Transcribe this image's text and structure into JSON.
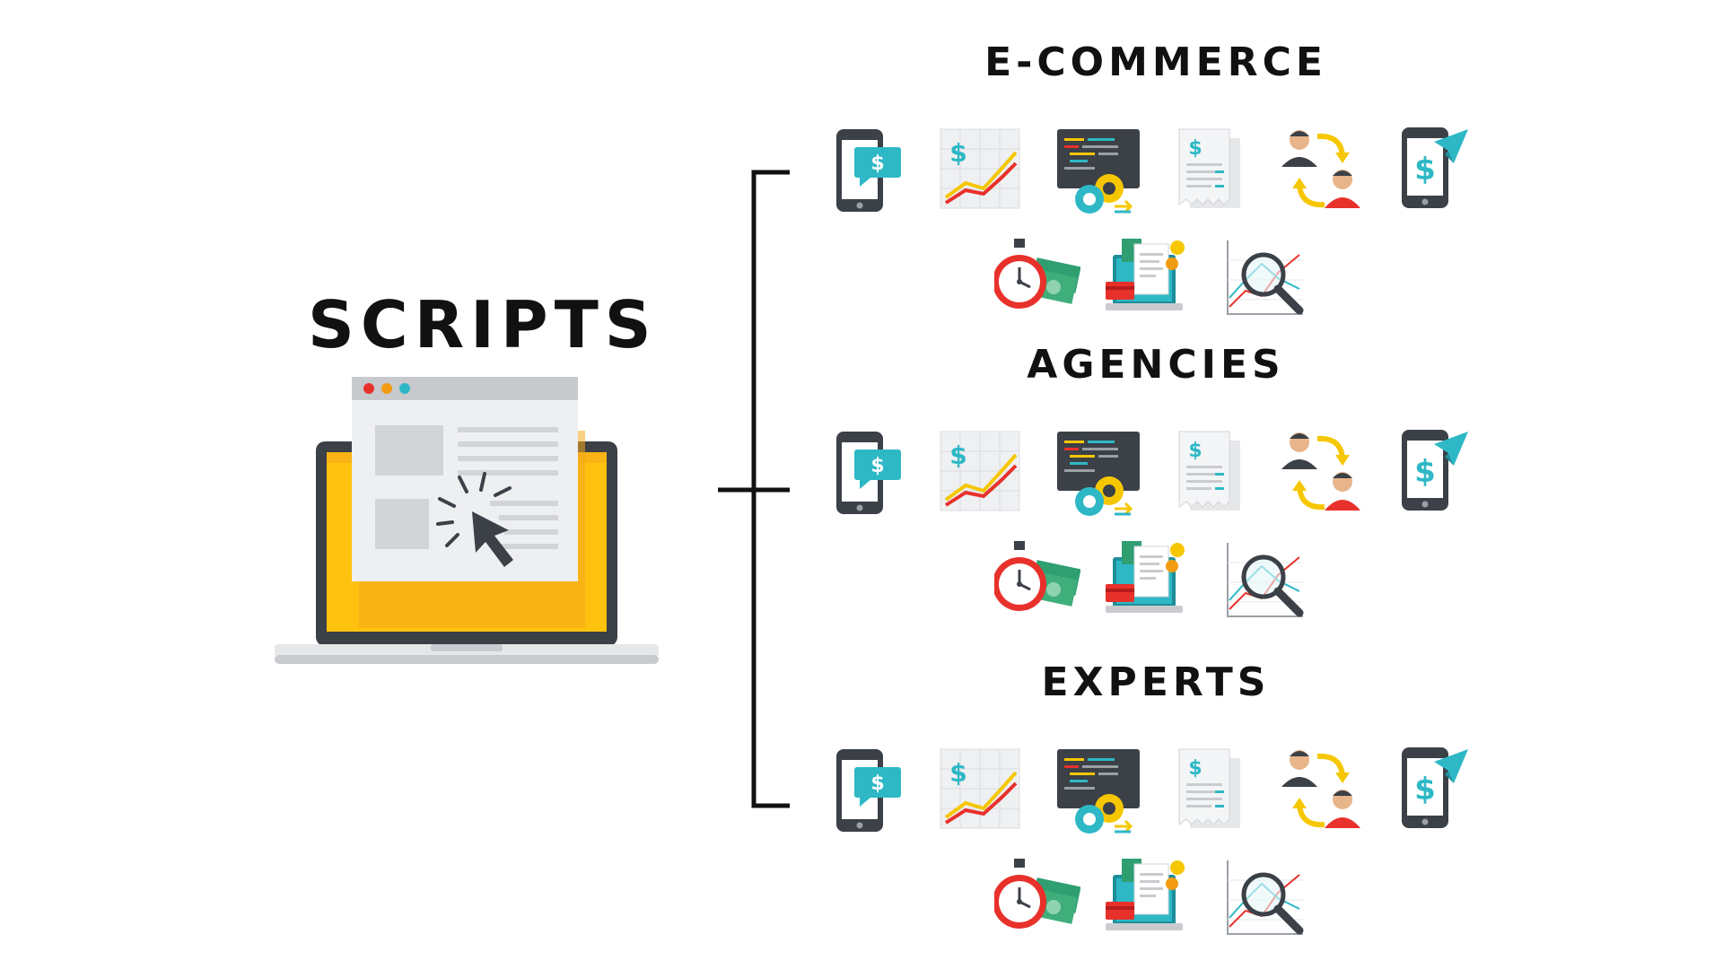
{
  "title": "SCRIPTS",
  "segments": [
    {
      "label": "E-COMMERCE"
    },
    {
      "label": "AGENCIES"
    },
    {
      "label": "EXPERTS"
    }
  ],
  "icon_set": [
    "mobile-payment-icon",
    "revenue-chart-icon",
    "code-settings-icon",
    "invoice-icon",
    "user-exchange-icon",
    "mobile-send-money-icon",
    "stopwatch-money-icon",
    "laptop-finance-icon",
    "analytics-search-icon"
  ],
  "colors": {
    "text": "#111111",
    "laptop_screen": "#FFC20E",
    "laptop_frame": "#3C4047",
    "teal": "#2EB8C6",
    "red": "#E8312B",
    "yellow": "#F6C700",
    "dark": "#3C4047",
    "green": "#3FAE7A",
    "orange": "#F39C12"
  }
}
